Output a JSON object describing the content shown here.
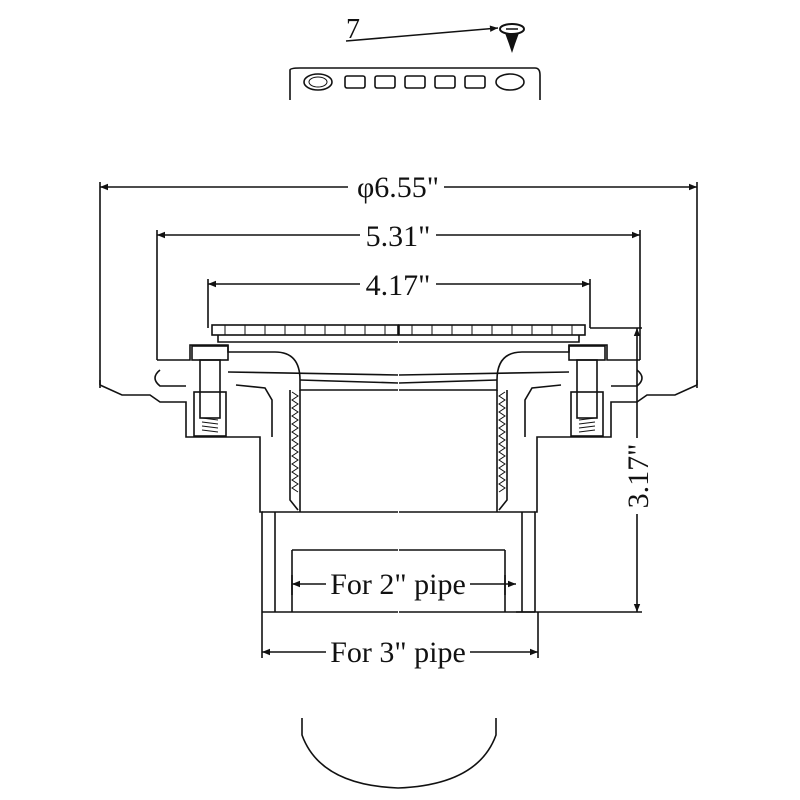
{
  "title": "Shower floor drain cross-section dimension drawing",
  "part_callout": "7",
  "dimensions": {
    "outer_diameter": "φ6.55\"",
    "flange_width": "5.31\"",
    "grate_width": "4.17\"",
    "height": "3.17\"",
    "inner_pipe": "For 2\" pipe",
    "outer_pipe": "For 3\" pipe"
  },
  "colors": {
    "line": "#111111",
    "background": "#ffffff"
  }
}
